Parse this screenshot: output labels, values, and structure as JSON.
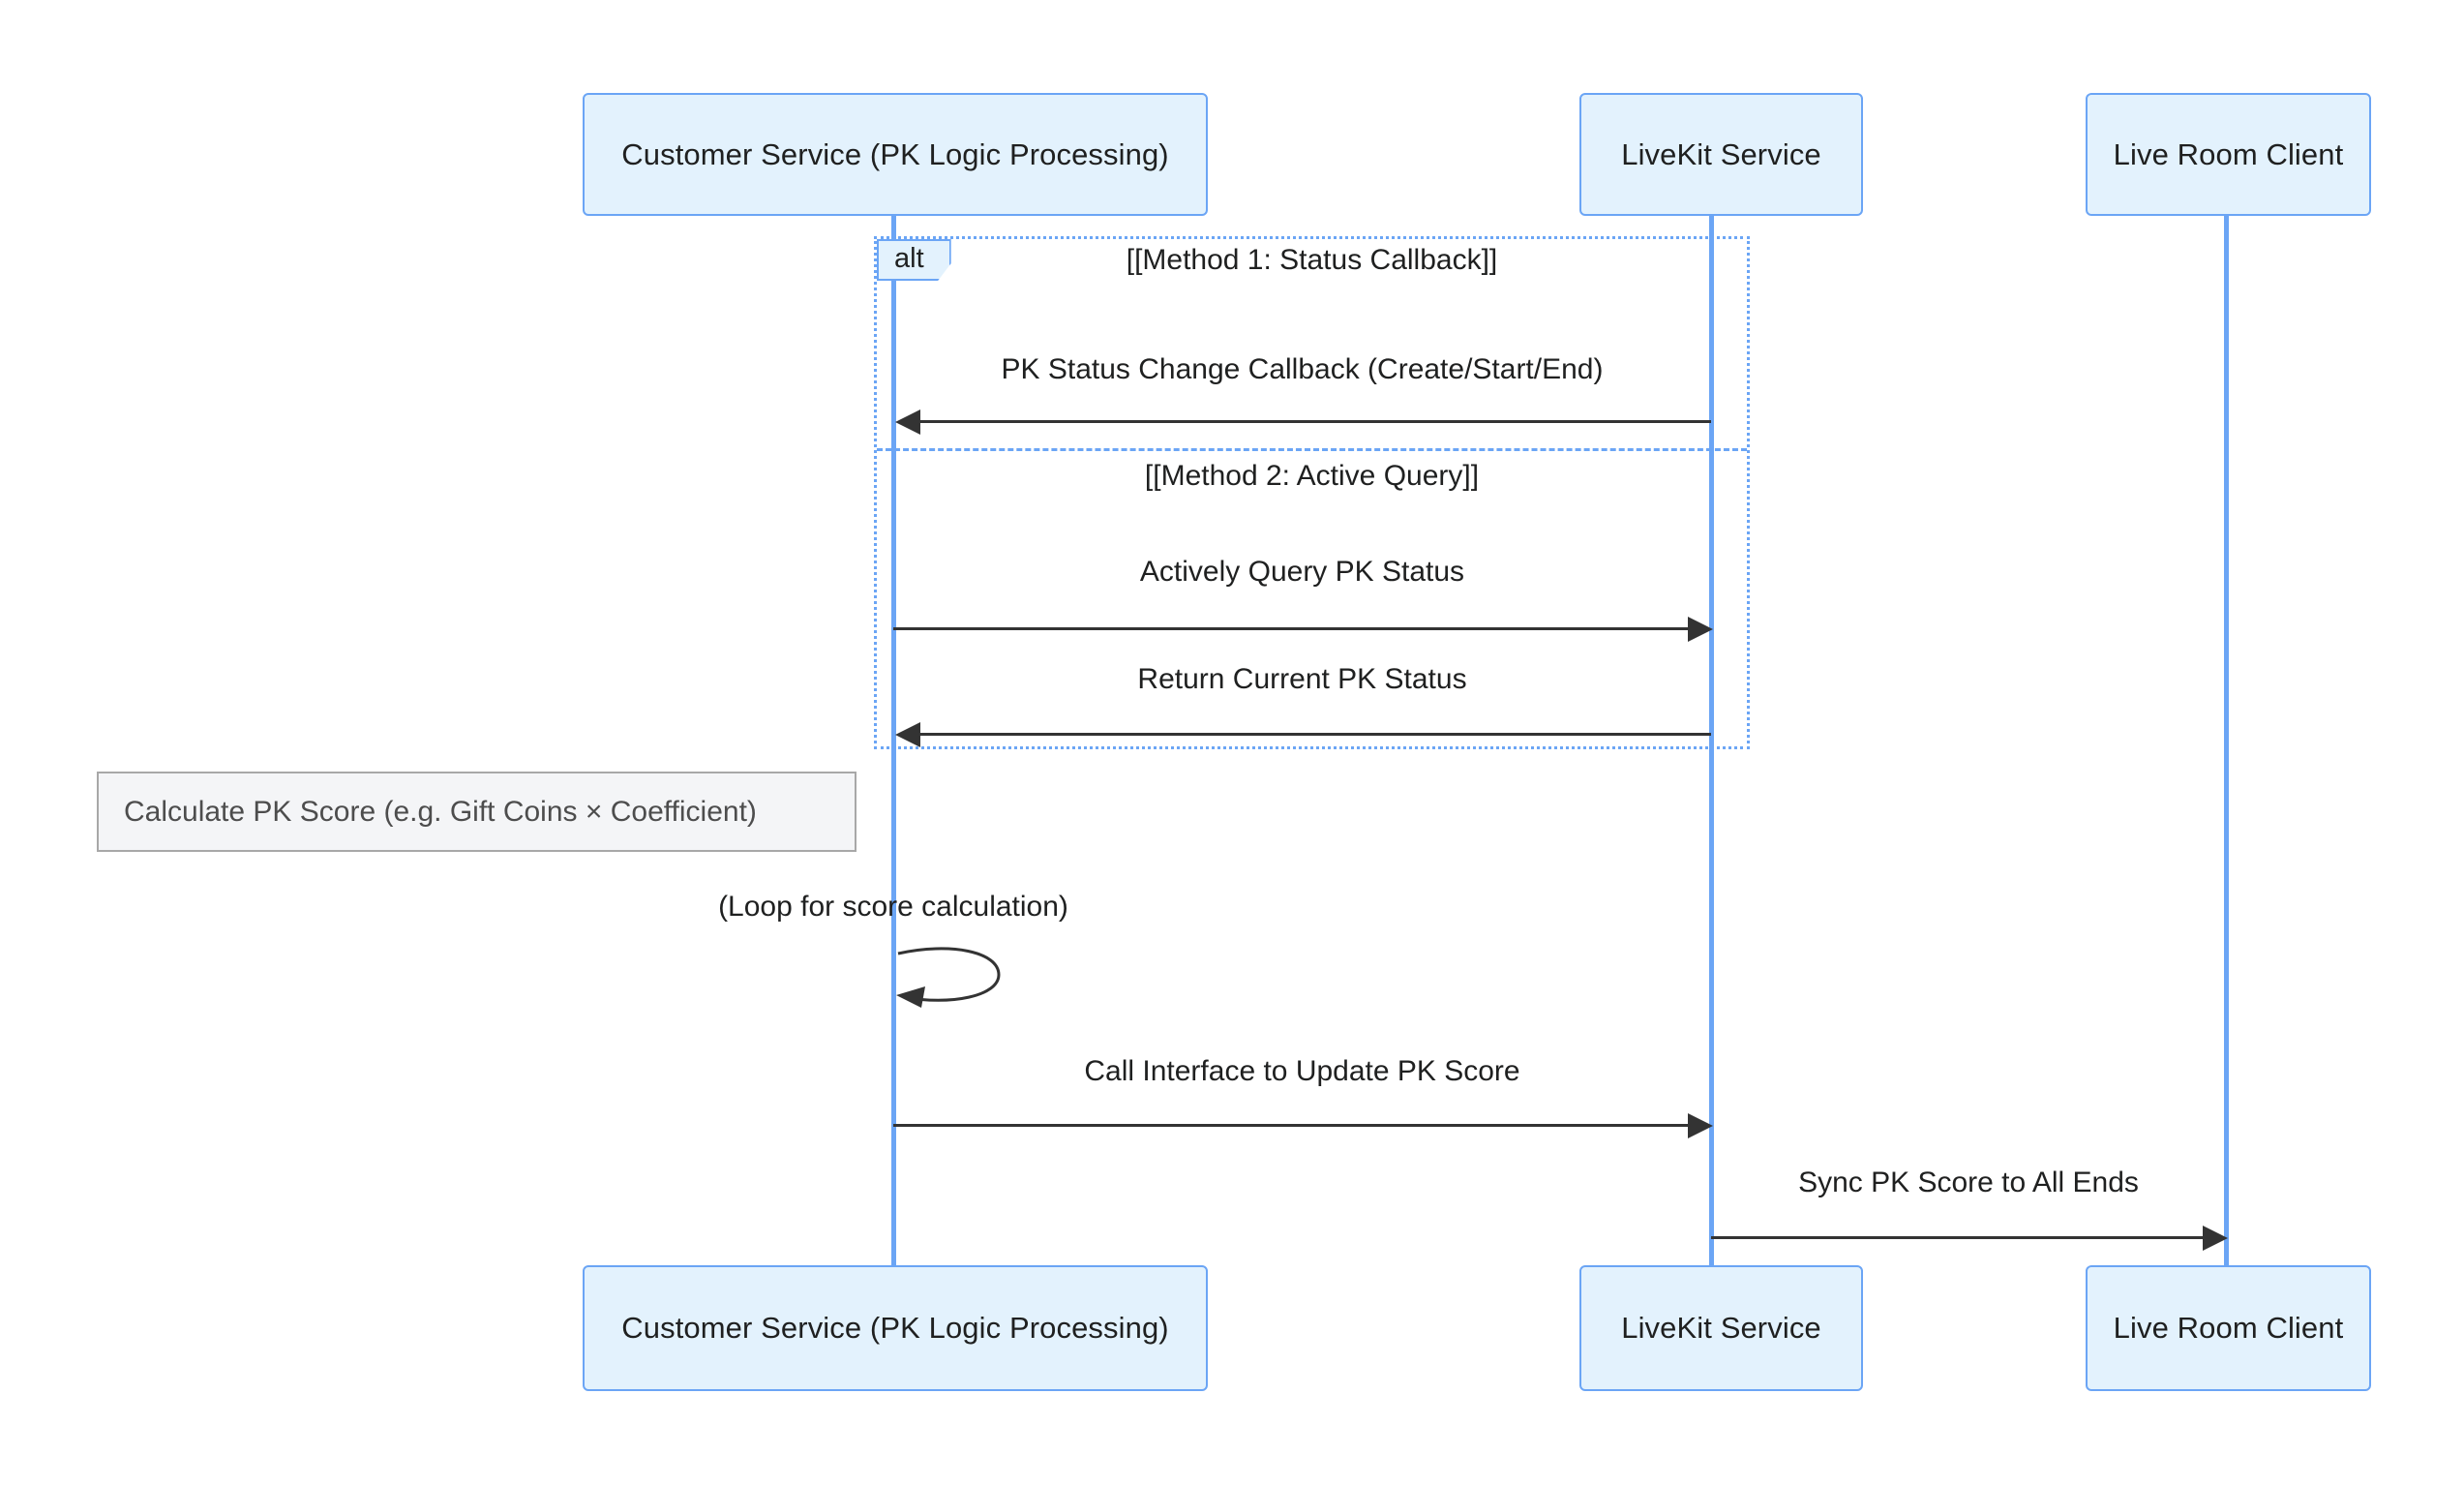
{
  "diagram": {
    "type": "sequence-diagram",
    "title": "",
    "colors": {
      "actor_fill": "#e3f2fd",
      "actor_stroke": "#6ba5f5",
      "lifeline": "#6ba5f5",
      "message_line": "#333333",
      "note_fill": "#f4f5f7",
      "note_stroke": "#a8a8a8",
      "note_text": "#4d4d4d",
      "text": "#1f2020"
    }
  },
  "participants": [
    {
      "id": "customer-service",
      "label": "Customer Service (PK Logic Processing)"
    },
    {
      "id": "livekit-service",
      "label": "LiveKit Service"
    },
    {
      "id": "live-room-client",
      "label": "Live Room Client"
    }
  ],
  "fragments": [
    {
      "id": "alt-pk-status",
      "kind": "alt",
      "keyword": "alt",
      "branches": [
        {
          "condition": "[[Method 1: Status Callback]]"
        },
        {
          "condition": "[[Method 2: Active Query]]"
        }
      ]
    }
  ],
  "messages": [
    {
      "id": "msg-pk-status-change-callback",
      "label": "PK Status Change Callback (Create/Start/End)",
      "from": "livekit-service",
      "to": "customer-service",
      "direction": "left"
    },
    {
      "id": "msg-actively-query-pk-status",
      "label": "Actively Query PK Status",
      "from": "customer-service",
      "to": "livekit-service",
      "direction": "right"
    },
    {
      "id": "msg-return-current-pk-status",
      "label": "Return Current PK Status",
      "from": "livekit-service",
      "to": "customer-service",
      "direction": "left"
    },
    {
      "id": "msg-loop-score-calculation",
      "label": "(Loop for score calculation)",
      "from": "customer-service",
      "to": "customer-service",
      "direction": "self"
    },
    {
      "id": "msg-call-interface-update-pk-score",
      "label": "Call Interface to Update PK Score",
      "from": "customer-service",
      "to": "livekit-service",
      "direction": "right"
    },
    {
      "id": "msg-sync-pk-score-to-all-ends",
      "label": "Sync PK Score to All Ends",
      "from": "livekit-service",
      "to": "live-room-client",
      "direction": "right"
    }
  ],
  "notes": [
    {
      "id": "note-calculate-pk-score",
      "label": "Calculate PK Score (e.g. Gift Coins × Coefficient)",
      "attached_to": "customer-service",
      "placement": "left"
    }
  ]
}
